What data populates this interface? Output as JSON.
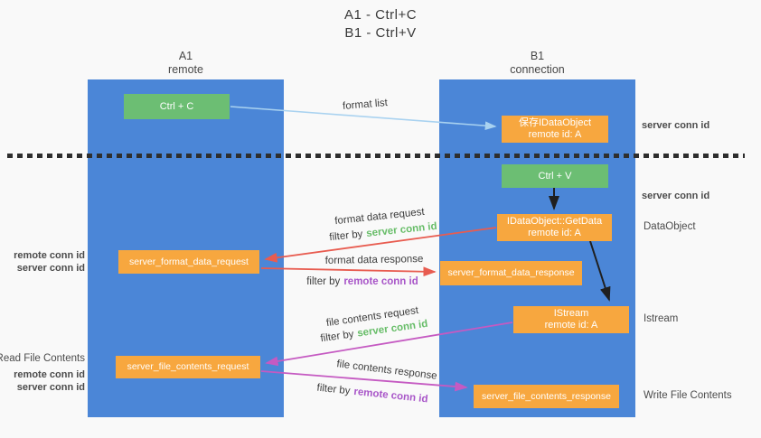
{
  "title": {
    "line1": "A1 - Ctrl+C",
    "line2": "B1 - Ctrl+V"
  },
  "lanes": {
    "left": {
      "name": "A1",
      "subtitle": "remote"
    },
    "right": {
      "name": "B1",
      "subtitle": "connection"
    }
  },
  "nodes": {
    "ctrl_c": {
      "label": "Ctrl + C"
    },
    "save_idataobject": {
      "title": "保存IDataObject",
      "subtitle": "remote id: A"
    },
    "ctrl_v": {
      "label": "Ctrl + V"
    },
    "getdata": {
      "title": "IDataObject::GetData",
      "subtitle": "remote id: A"
    },
    "server_format_data_request": {
      "label": "server_format_data_request"
    },
    "server_format_data_response": {
      "label": "server_format_data_response"
    },
    "istream": {
      "title": "IStream",
      "subtitle": "remote id: A"
    },
    "server_file_contents_request": {
      "label": "server_file_contents_request"
    },
    "server_file_contents_response": {
      "label": "server_file_contents_response"
    }
  },
  "edge_labels": {
    "format_list": "format list",
    "format_data_request": "format data request",
    "format_data_response": "format data response",
    "file_contents_request": "file contents request",
    "file_contents_response": "file contents response",
    "filter_by": "filter by",
    "server_conn_id": "server conn id",
    "remote_conn_id": "remote conn id"
  },
  "annotations": {
    "server_conn_id": "server conn id",
    "remote_conn_id": "remote conn id",
    "dataobject": "DataObject",
    "istream": "Istream",
    "read_file_contents": "Read File Contents",
    "write_file_contents": "Write File Contents"
  },
  "colors": {
    "lane_blue": "#4b86d7",
    "node_green": "#6cbe73",
    "node_orange": "#f7a73f",
    "server_conn_green": "#67bd68",
    "remote_conn_purple": "#a855c8",
    "arrow_red": "#e85c50",
    "arrow_magenta": "#c55ac2",
    "arrow_lightblue": "#a9d2f0",
    "arrow_black": "#1f1f1f"
  }
}
